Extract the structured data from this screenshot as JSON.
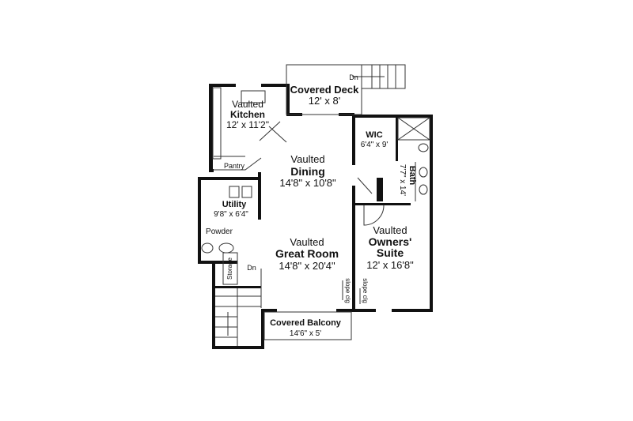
{
  "rooms": {
    "covered_deck": {
      "name": "Covered Deck",
      "size": "12' x 8'",
      "stair": "Dn"
    },
    "kitchen": {
      "prefix": "Vaulted",
      "name": "Kitchen",
      "size": "12' x 11'2\""
    },
    "pantry": {
      "name": "Pantry"
    },
    "dining": {
      "prefix": "Vaulted",
      "name": "Dining",
      "size": "14'8\" x 10'8\""
    },
    "wic": {
      "name": "WIC",
      "size": "6'4\" x 9'"
    },
    "bath": {
      "name": "Bath",
      "size": "7'7\" x 14'"
    },
    "utility": {
      "name": "Utility",
      "size": "9'8\" x 6'4\""
    },
    "powder": {
      "name": "Powder"
    },
    "storage": {
      "name": "Storage"
    },
    "stair": {
      "label": "Dn"
    },
    "great_room": {
      "prefix": "Vaulted",
      "name": "Great Room",
      "size": "14'8\" x 20'4\"",
      "note": "slope clg"
    },
    "owners_suite": {
      "prefix": "Vaulted",
      "name1": "Owners'",
      "name2": "Suite",
      "size": "12' x 16'8\"",
      "note": "slope clg"
    },
    "covered_balcony": {
      "name": "Covered Balcony",
      "size": "14'6\" x 5'"
    }
  }
}
